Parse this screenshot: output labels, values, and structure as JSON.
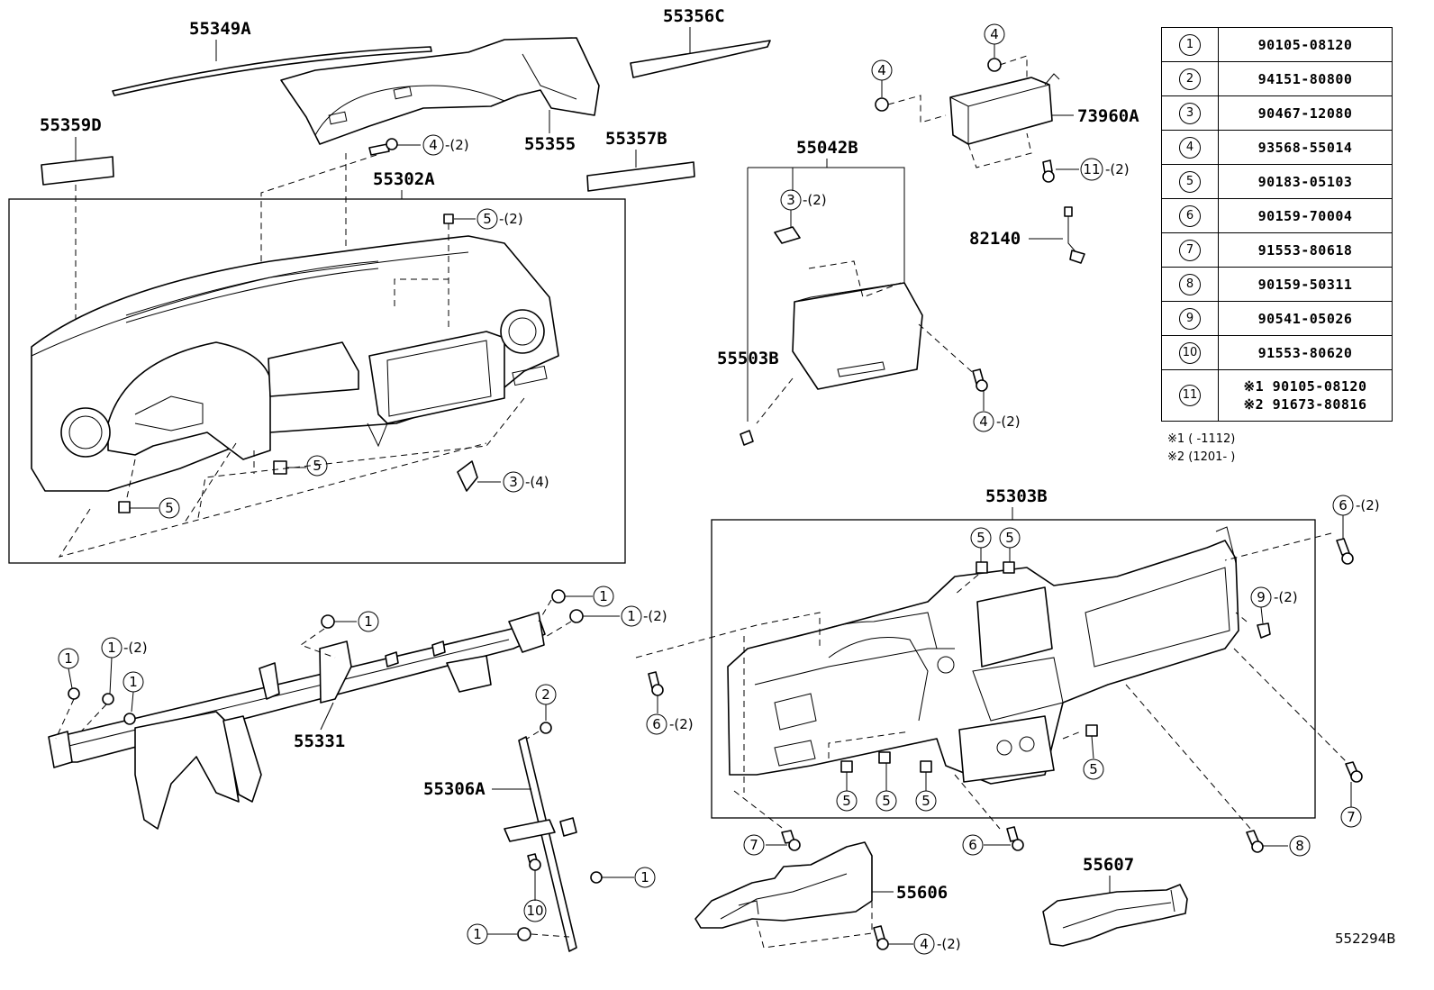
{
  "diagram_id": "552294B",
  "part_labels": {
    "p55349A": "55349A",
    "p55356C": "55356C",
    "p55359D": "55359D",
    "p55355": "55355",
    "p55357B": "55357B",
    "p55302A": "55302A",
    "p55042B": "55042B",
    "p73960A": "73960A",
    "p82140": "82140",
    "p55503B": "55503B",
    "p55303B": "55303B",
    "p55331": "55331",
    "p55306A": "55306A",
    "p55606": "55606",
    "p55607": "55607"
  },
  "legend": [
    {
      "index": "1",
      "part": "90105-08120"
    },
    {
      "index": "2",
      "part": "94151-80800"
    },
    {
      "index": "3",
      "part": "90467-12080"
    },
    {
      "index": "4",
      "part": "93568-55014"
    },
    {
      "index": "5",
      "part": "90183-05103"
    },
    {
      "index": "6",
      "part": "90159-70004"
    },
    {
      "index": "7",
      "part": "91553-80618"
    },
    {
      "index": "8",
      "part": "90159-50311"
    },
    {
      "index": "9",
      "part": "90541-05026"
    },
    {
      "index": "10",
      "part": "91553-80620"
    },
    {
      "index": "11",
      "sub": [
        "※1 90105-08120",
        "※2 91673-80816"
      ]
    }
  ],
  "notes": [
    "※1 (    -1112)",
    "※2 (1201-    )"
  ],
  "callouts": [
    {
      "id": "c4_top_bolt",
      "num": "4",
      "qty": "-(2)"
    },
    {
      "id": "c5_top",
      "num": "5",
      "qty": "-(2)"
    },
    {
      "id": "c5_mid",
      "num": "5",
      "qty": ""
    },
    {
      "id": "c5_low",
      "num": "5",
      "qty": ""
    },
    {
      "id": "c3_lower",
      "num": "3",
      "qty": "-(4)"
    },
    {
      "id": "c3_glove",
      "num": "3",
      "qty": "-(2)"
    },
    {
      "id": "c4_glove",
      "num": "4",
      "qty": "-(2)"
    },
    {
      "id": "c4_a",
      "num": "4",
      "qty": ""
    },
    {
      "id": "c4_b",
      "num": "4",
      "qty": ""
    },
    {
      "id": "c11",
      "num": "11",
      "qty": "-(2)"
    },
    {
      "id": "c1_a",
      "num": "1",
      "qty": ""
    },
    {
      "id": "c1_b",
      "num": "1",
      "qty": ""
    },
    {
      "id": "c1_c",
      "num": "1",
      "qty": "-(2)"
    },
    {
      "id": "c1_d",
      "num": "1",
      "qty": ""
    },
    {
      "id": "c1_e",
      "num": "1",
      "qty": "-(2)"
    },
    {
      "id": "c1_f",
      "num": "1",
      "qty": ""
    },
    {
      "id": "c2",
      "num": "2",
      "qty": ""
    },
    {
      "id": "c10",
      "num": "10",
      "qty": ""
    },
    {
      "id": "c1_g",
      "num": "1",
      "qty": ""
    },
    {
      "id": "c1_h",
      "num": "1",
      "qty": ""
    },
    {
      "id": "c6_left",
      "num": "6",
      "qty": "-(2)"
    },
    {
      "id": "c6_right",
      "num": "6",
      "qty": "-(2)"
    },
    {
      "id": "c9",
      "num": "9",
      "qty": "-(2)"
    },
    {
      "id": "c5_r1",
      "num": "5",
      "qty": ""
    },
    {
      "id": "c5_r2",
      "num": "5",
      "qty": ""
    },
    {
      "id": "c5_r3",
      "num": "5",
      "qty": ""
    },
    {
      "id": "c5_r4",
      "num": "5",
      "qty": ""
    },
    {
      "id": "c5_r5",
      "num": "5",
      "qty": ""
    },
    {
      "id": "c5_r6",
      "num": "5",
      "qty": ""
    },
    {
      "id": "c7_left",
      "num": "7",
      "qty": ""
    },
    {
      "id": "c6_bottom",
      "num": "6",
      "qty": ""
    },
    {
      "id": "c8",
      "num": "8",
      "qty": ""
    },
    {
      "id": "c7_right",
      "num": "7",
      "qty": ""
    },
    {
      "id": "c4_bottom",
      "num": "4",
      "qty": "-(2)"
    }
  ]
}
